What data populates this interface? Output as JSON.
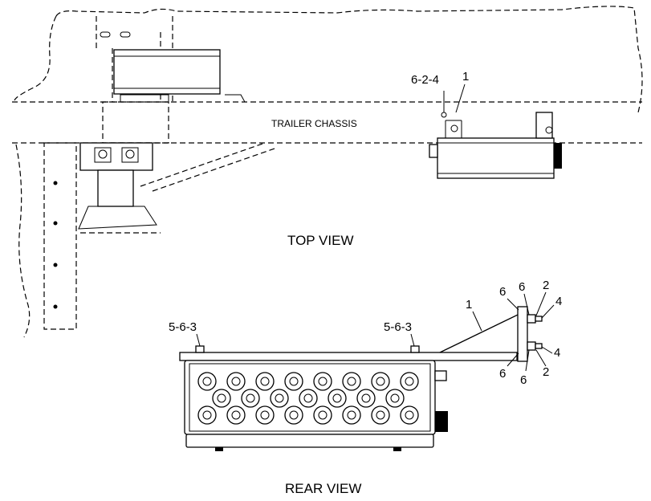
{
  "views": {
    "top_view_label": "TOP VIEW",
    "rear_view_label": "REAR VIEW"
  },
  "top_view": {
    "chassis_label": "TRAILER CHASSIS",
    "callouts": [
      "6-2-4",
      "1"
    ]
  },
  "rear_view": {
    "callouts": [
      "5-6-3",
      "5-6-3",
      "1",
      "6",
      "6",
      "2",
      "4",
      "4",
      "2",
      "6",
      "6"
    ],
    "lights": {
      "rows": 3,
      "row_counts": [
        8,
        7,
        8
      ]
    }
  }
}
